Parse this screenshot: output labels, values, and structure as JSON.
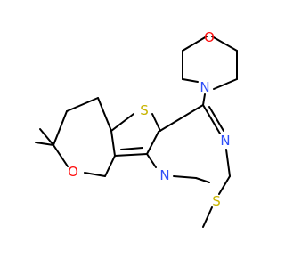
{
  "molecule": {
    "atoms": [
      {
        "id": "O_morph",
        "label": "O",
        "color": "#ff0d0d"
      },
      {
        "id": "N_morph",
        "label": "N",
        "color": "#3050f8"
      },
      {
        "id": "S_ring",
        "label": "S",
        "color": "#c8b400"
      },
      {
        "id": "N_pyr_top",
        "label": "N",
        "color": "#3050f8"
      },
      {
        "id": "N_pyr_bottom",
        "label": "N",
        "color": "#3050f8"
      },
      {
        "id": "S_methyl",
        "label": "S",
        "color": "#c8b400"
      },
      {
        "id": "O_pyran",
        "label": "O",
        "color": "#ff0d0d"
      }
    ],
    "colors": {
      "bond": "#000000",
      "nitrogen": "#3050f8",
      "oxygen": "#ff0d0d",
      "sulfur": "#c8b400"
    }
  }
}
